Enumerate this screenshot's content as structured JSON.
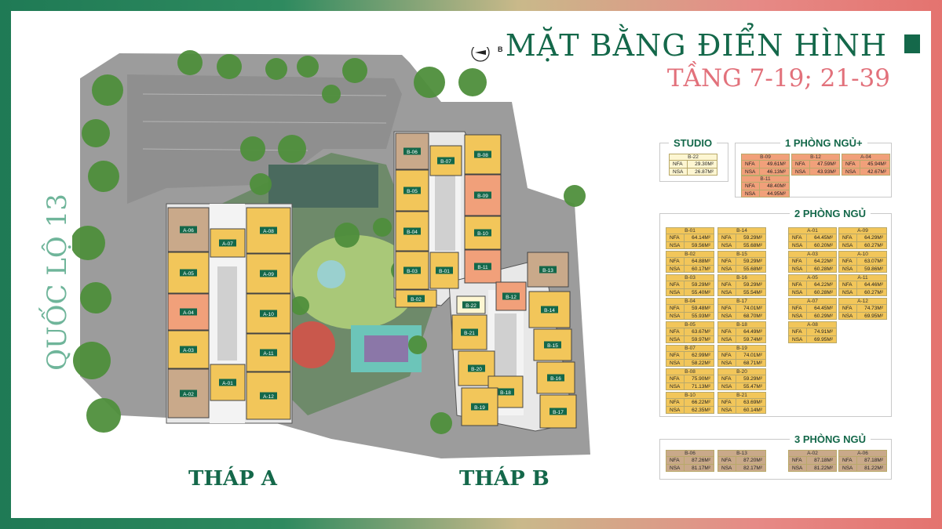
{
  "title": "MẶT BẰNG ĐIỂN HÌNH",
  "subtitle": "TẦNG 7-19; 21-39",
  "road_label": "QUỐC LỘ 13",
  "compass_label": "B",
  "tower_a_label": "THÁP A",
  "tower_b_label": "THÁP B",
  "colors": {
    "brand": "#14684a",
    "accent": "#e2717b",
    "studio": "#fdf6d2",
    "one_br": "#f1a07a",
    "two_br": "#f2c65a",
    "three_br": "#c9a98a"
  },
  "plan_units": [
    {
      "id": "A-06",
      "type": "3br"
    },
    {
      "id": "A-05",
      "type": "2br"
    },
    {
      "id": "A-04",
      "type": "1br"
    },
    {
      "id": "A-03",
      "type": "2br"
    },
    {
      "id": "A-02",
      "type": "3br"
    },
    {
      "id": "A-07",
      "type": "2br"
    },
    {
      "id": "A-08",
      "type": "2br"
    },
    {
      "id": "A-09",
      "type": "2br"
    },
    {
      "id": "A-10",
      "type": "2br"
    },
    {
      "id": "A-11",
      "type": "2br"
    },
    {
      "id": "A-01",
      "type": "2br"
    },
    {
      "id": "A-12",
      "type": "2br"
    },
    {
      "id": "B-06",
      "type": "3br"
    },
    {
      "id": "B-07",
      "type": "2br"
    },
    {
      "id": "B-08",
      "type": "2br"
    },
    {
      "id": "B-05",
      "type": "2br"
    },
    {
      "id": "B-09",
      "type": "1br"
    },
    {
      "id": "B-04",
      "type": "2br"
    },
    {
      "id": "B-10",
      "type": "2br"
    },
    {
      "id": "B-03",
      "type": "2br"
    },
    {
      "id": "B-11",
      "type": "1br"
    },
    {
      "id": "B-01",
      "type": "2br"
    },
    {
      "id": "B-02",
      "type": "2br"
    },
    {
      "id": "B-22",
      "type": "studio"
    },
    {
      "id": "B-12",
      "type": "1br"
    },
    {
      "id": "B-13",
      "type": "3br"
    },
    {
      "id": "B-14",
      "type": "2br"
    },
    {
      "id": "B-21",
      "type": "2br"
    },
    {
      "id": "B-15",
      "type": "2br"
    },
    {
      "id": "B-20",
      "type": "2br"
    },
    {
      "id": "B-16",
      "type": "2br"
    },
    {
      "id": "B-18",
      "type": "2br"
    },
    {
      "id": "B-19",
      "type": "2br"
    },
    {
      "id": "B-17",
      "type": "2br"
    }
  ],
  "legend": {
    "studio": {
      "title": "STUDIO",
      "units": [
        {
          "code": "B-22",
          "nfa": "29.30M²",
          "nsa": "26.87M²"
        }
      ]
    },
    "one_br": {
      "title": "1 PHÒNG NGỦ+",
      "units": [
        {
          "code": "B-09",
          "nfa": "49.61M²",
          "nsa": "46.13M²"
        },
        {
          "code": "B-12",
          "nfa": "47.59M²",
          "nsa": "43.93M²"
        },
        {
          "code": "A-04",
          "nfa": "45.94M²",
          "nsa": "42.67M²"
        },
        {
          "code": "B-11",
          "nfa": "48.40M²",
          "nsa": "44.95M²"
        }
      ]
    },
    "two_br": {
      "title": "2 PHÒNG NGỦ",
      "units": [
        {
          "code": "B-01",
          "nfa": "64.14M²",
          "nsa": "59.56M²"
        },
        {
          "code": "B-02",
          "nfa": "64.88M²",
          "nsa": "60.17M²"
        },
        {
          "code": "B-03",
          "nfa": "59.29M²",
          "nsa": "55.40M²"
        },
        {
          "code": "B-04",
          "nfa": "59.48M²",
          "nsa": "55.93M²"
        },
        {
          "code": "B-05",
          "nfa": "63.67M²",
          "nsa": "59.97M²"
        },
        {
          "code": "B-07",
          "nfa": "62.99M²",
          "nsa": "58.22M²"
        },
        {
          "code": "B-08",
          "nfa": "75.90M²",
          "nsa": "71.13M²"
        },
        {
          "code": "B-10",
          "nfa": "66.22M²",
          "nsa": "62.35M²"
        },
        {
          "code": "B-14",
          "nfa": "59.29M²",
          "nsa": "55.68M²"
        },
        {
          "code": "B-15",
          "nfa": "59.29M²",
          "nsa": "55.68M²"
        },
        {
          "code": "B-16",
          "nfa": "59.29M²",
          "nsa": "55.54M²"
        },
        {
          "code": "B-17",
          "nfa": "74.01M²",
          "nsa": "68.70M²"
        },
        {
          "code": "B-18",
          "nfa": "64.49M²",
          "nsa": "59.74M²"
        },
        {
          "code": "B-19",
          "nfa": "74.01M²",
          "nsa": "68.71M²"
        },
        {
          "code": "B-20",
          "nfa": "59.29M²",
          "nsa": "55.47M²"
        },
        {
          "code": "B-21",
          "nfa": "63.69M²",
          "nsa": "60.14M²"
        },
        {
          "code": "A-01",
          "nfa": "64.45M²",
          "nsa": "60.20M²"
        },
        {
          "code": "A-03",
          "nfa": "64.22M²",
          "nsa": "60.28M²"
        },
        {
          "code": "A-05",
          "nfa": "64.22M²",
          "nsa": "60.28M²"
        },
        {
          "code": "A-07",
          "nfa": "64.45M²",
          "nsa": "60.29M²"
        },
        {
          "code": "A-08",
          "nfa": "74.91M²",
          "nsa": "69.95M²"
        },
        {
          "code": "A-09",
          "nfa": "64.29M²",
          "nsa": "60.27M²"
        },
        {
          "code": "A-10",
          "nfa": "63.07M²",
          "nsa": "59.86M²"
        },
        {
          "code": "A-11",
          "nfa": "64.46M²",
          "nsa": "60.27M²"
        },
        {
          "code": "A-12",
          "nfa": "74.73M²",
          "nsa": "69.95M²"
        }
      ]
    },
    "three_br": {
      "title": "3 PHÒNG NGỦ",
      "units": [
        {
          "code": "B-06",
          "nfa": "87.26M²",
          "nsa": "81.17M²"
        },
        {
          "code": "B-13",
          "nfa": "87.20M²",
          "nsa": "82.17M²"
        },
        {
          "code": "A-02",
          "nfa": "87.18M²",
          "nsa": "81.22M²"
        },
        {
          "code": "A-06",
          "nfa": "87.18M²",
          "nsa": "81.22M²"
        }
      ]
    },
    "nfa_label": "NFA",
    "nsa_label": "NSA"
  }
}
